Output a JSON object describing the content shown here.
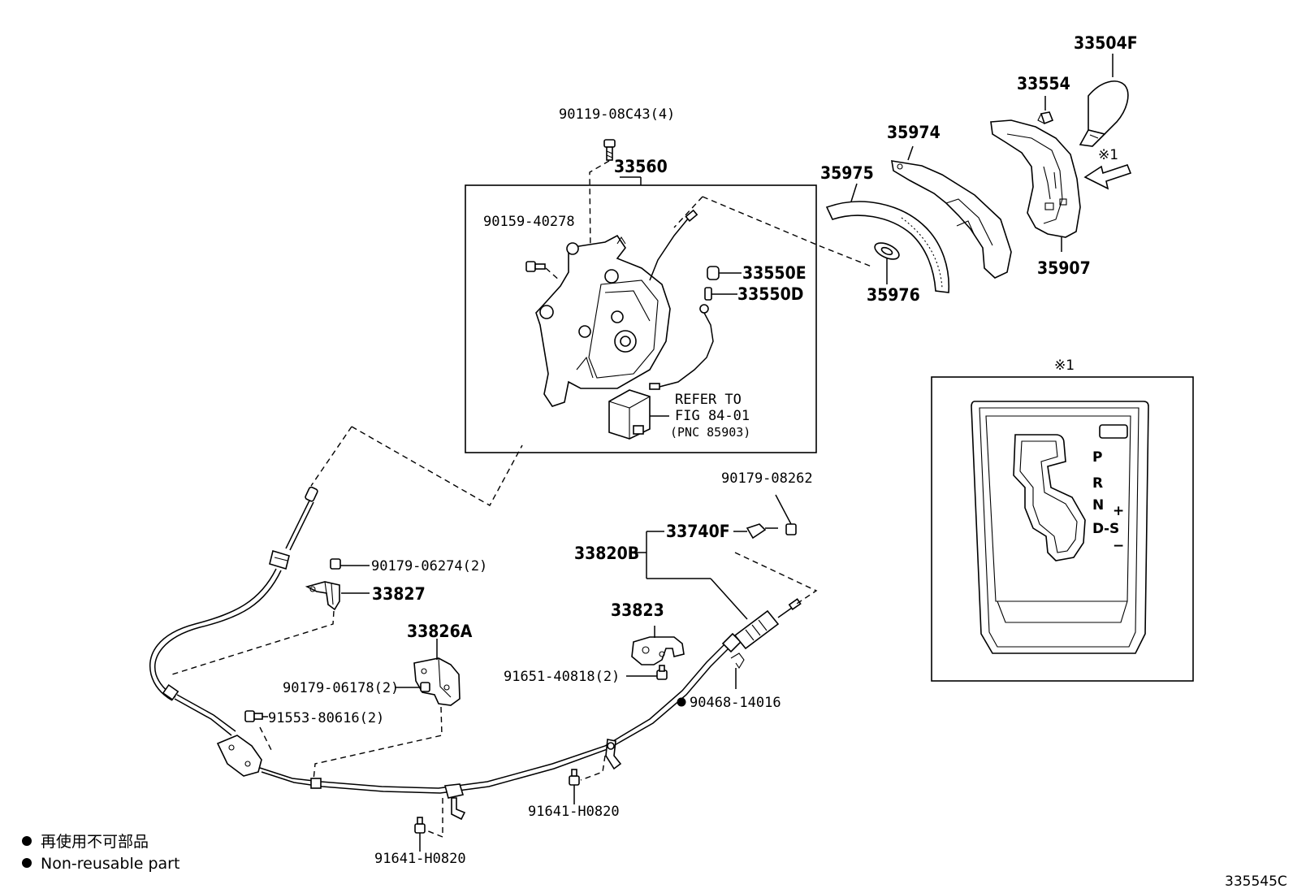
{
  "labels": {
    "p90119": "90119-08C43(4)",
    "p33560": "33560",
    "p90159": "90159-40278",
    "p33550E": "33550E",
    "p33550D": "33550D",
    "refer1": "REFER TO",
    "refer2": "FIG 84-01",
    "refer3": "(PNC 85903)",
    "p35975": "35975",
    "p35974": "35974",
    "p35976": "35976",
    "p33554": "33554",
    "p33504F": "33504F",
    "p35907": "35907",
    "ref1_arrow": "※1",
    "ref1_box": "※1",
    "p90179_08262": "90179-08262",
    "p33740F": "33740F",
    "p33820B": "33820B",
    "p90179_06274": "90179-06274(2)",
    "p33827": "33827",
    "p33826A": "33826A",
    "p33823": "33823",
    "p90179_06178": "90179-06178(2)",
    "p91651": "91651-40818(2)",
    "p90468": "90468-14016",
    "p91553": "91553-80616(2)",
    "p91641_a": "91641-H0820",
    "p91641_b": "91641-H0820"
  },
  "gate": {
    "P": "P",
    "R": "R",
    "N": "N",
    "D": "D",
    "S": "S",
    "plus": "+",
    "minus": "−",
    "dash": "-"
  },
  "legend": {
    "ja": "再使用不可部品",
    "en": "Non-reusable part"
  },
  "figure_code": "335545C"
}
